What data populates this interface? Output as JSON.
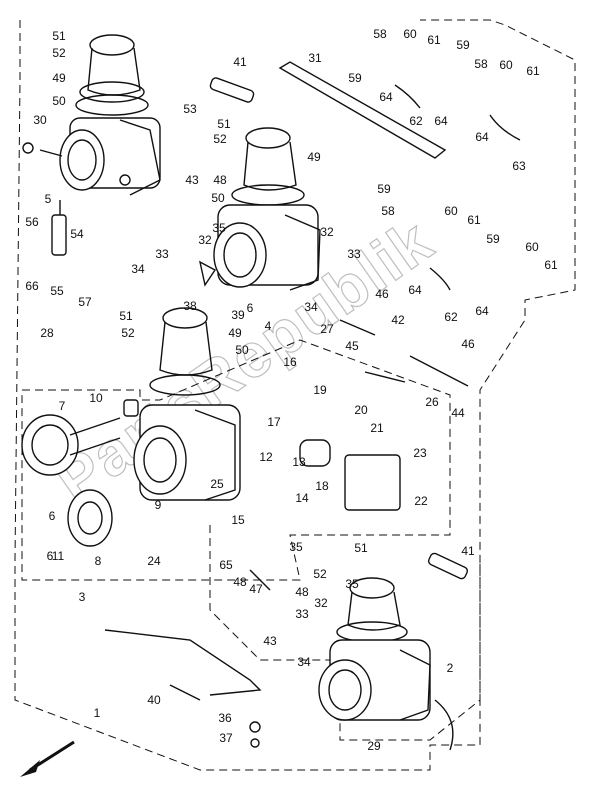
{
  "diagram": {
    "callouts": [
      "1",
      "2",
      "3",
      "4",
      "5",
      "6",
      "6",
      "6",
      "7",
      "8",
      "9",
      "10",
      "11",
      "12",
      "13",
      "14",
      "15",
      "16",
      "17",
      "18",
      "19",
      "20",
      "21",
      "22",
      "23",
      "24",
      "25",
      "26",
      "27",
      "28",
      "29",
      "30",
      "31",
      "32",
      "32",
      "32",
      "33",
      "33",
      "33",
      "34",
      "34",
      "34",
      "35",
      "35",
      "35",
      "36",
      "37",
      "38",
      "39",
      "40",
      "41",
      "41",
      "42",
      "43",
      "43",
      "44",
      "45",
      "46",
      "46",
      "47",
      "48",
      "48",
      "48",
      "49",
      "49",
      "49",
      "50",
      "50",
      "50",
      "51",
      "51",
      "51",
      "51",
      "52",
      "52",
      "52",
      "52",
      "53",
      "54",
      "55",
      "56",
      "57",
      "58",
      "58",
      "58",
      "59",
      "59",
      "59",
      "59",
      "60",
      "60",
      "60",
      "60",
      "61",
      "61",
      "61",
      "61",
      "62",
      "62",
      "63",
      "64",
      "64",
      "64",
      "64",
      "64",
      "65",
      "66"
    ],
    "watermark": "PartsRepublik",
    "colors": {
      "line": "#111111",
      "background": "#ffffff",
      "watermark": "#bfbfbf"
    }
  }
}
